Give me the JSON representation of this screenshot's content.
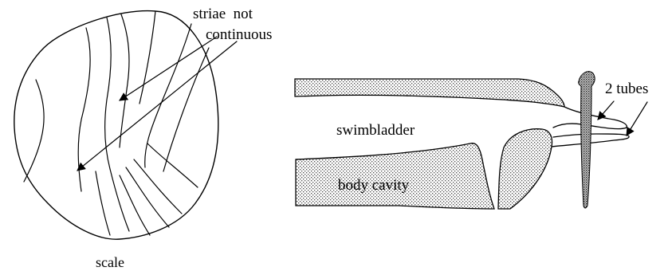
{
  "scale_panel": {
    "annotation_line1": "striae  not",
    "annotation_line2": "continuous",
    "caption": "scale"
  },
  "bladder_panel": {
    "swimbladder_label": "swimbladder",
    "body_cavity_label": "body cavity",
    "tubes_label": "2 tubes"
  }
}
